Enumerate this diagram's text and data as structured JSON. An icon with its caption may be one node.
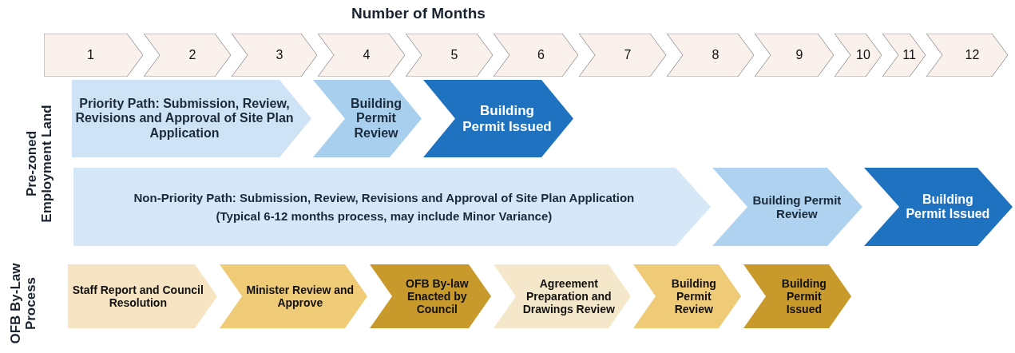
{
  "diagram": {
    "title": "Number of Months",
    "nodes": [
      {
        "text": [
          "1"
        ]
      },
      {
        "text": [
          "2"
        ]
      },
      {
        "text": [
          "3"
        ]
      },
      {
        "text": [
          "4"
        ]
      },
      {
        "text": [
          "5"
        ]
      },
      {
        "text": [
          "6"
        ]
      },
      {
        "text": [
          "7"
        ]
      },
      {
        "text": [
          "8"
        ]
      },
      {
        "text": [
          "9"
        ]
      },
      {
        "text": [
          "10"
        ]
      },
      {
        "text": [
          "11"
        ]
      },
      {
        "text": [
          "12"
        ]
      },
      {
        "text": [
          "Priority Path: Submission, Review, Revisions and Approval of Site Plan Application"
        ]
      },
      {
        "text": [
          "Building Permit Review"
        ]
      },
      {
        "text": [
          "Building Permit Issued"
        ]
      },
      {
        "text": [
          "Non-Priority Path: Submission, Review, Revisions and Approval of Site Plan Application",
          "(Typical 6-12 months process, may include Minor Variance)"
        ]
      },
      {
        "text": [
          "Building Permit Review"
        ]
      },
      {
        "text": [
          "Building Permit Issued"
        ]
      },
      {
        "text": [
          "Staff Report and Council Resolution"
        ]
      },
      {
        "text": [
          "Minister Review and Approve"
        ]
      },
      {
        "text": [
          "OFB By-law Enacted by Council"
        ]
      },
      {
        "text": [
          "Agreement Preparation and Drawings Review"
        ]
      },
      {
        "text": [
          "Building Permit Review"
        ]
      },
      {
        "text": [
          "Building Permit Issued"
        ]
      }
    ],
    "labels": [
      "Pre-zoned Employment Land",
      "OFB By-Law Process"
    ]
  }
}
